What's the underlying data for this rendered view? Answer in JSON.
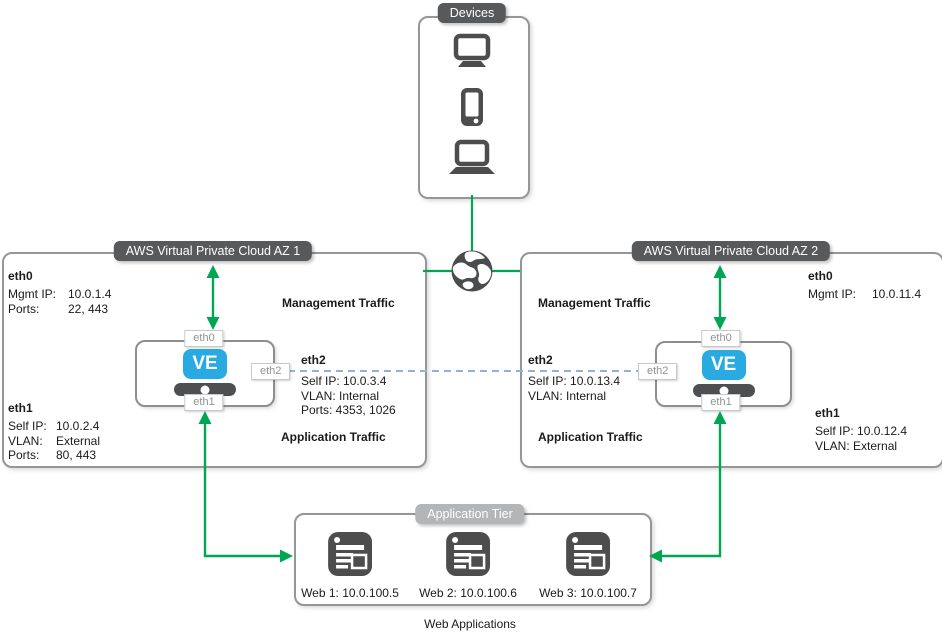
{
  "devices": {
    "title": "Devices",
    "icons": [
      "desktop-icon",
      "smartphone-icon",
      "laptop-icon"
    ]
  },
  "internet": {
    "icon": "globe-icon"
  },
  "vpc1": {
    "title": "AWS Virtual Private Cloud AZ 1",
    "management_traffic_label": "Management Traffic",
    "application_traffic_label": "Application Traffic",
    "ve_label": "VE",
    "chips": {
      "eth0": "eth0",
      "eth1": "eth1",
      "eth2": "eth2"
    },
    "eth0": {
      "title": "eth0",
      "rows": [
        [
          "Mgmt IP:",
          "10.0.1.4"
        ],
        [
          "Ports:",
          "22, 443"
        ]
      ]
    },
    "eth1": {
      "title": "eth1",
      "rows": [
        [
          "Self IP:",
          "10.0.2.4"
        ],
        [
          "VLAN:",
          "External"
        ],
        [
          "Ports:",
          "80, 443"
        ]
      ]
    },
    "eth2": {
      "title": "eth2",
      "lines": [
        "Self IP: 10.0.3.4",
        "VLAN: Internal",
        "Ports: 4353, 1026"
      ]
    }
  },
  "vpc2": {
    "title": "AWS Virtual Private Cloud AZ 2",
    "management_traffic_label": "Management Traffic",
    "application_traffic_label": "Application Traffic",
    "ve_label": "VE",
    "chips": {
      "eth0": "eth0",
      "eth1": "eth1",
      "eth2": "eth2"
    },
    "eth0": {
      "title": "eth0",
      "rows": [
        [
          "Mgmt IP:",
          "10.0.11.4"
        ]
      ]
    },
    "eth1": {
      "title": "eth1",
      "lines": [
        "Self IP: 10.0.12.4",
        "VLAN: External"
      ]
    },
    "eth2": {
      "title": "eth2",
      "lines": [
        "Self IP: 10.0.13.4",
        "VLAN: Internal"
      ]
    }
  },
  "app_tier": {
    "title": "Application Tier",
    "servers": [
      {
        "icon": "web-app-icon",
        "label": "Web 1: 10.0.100.5"
      },
      {
        "icon": "web-app-icon",
        "label": "Web 2: 10.0.100.6"
      },
      {
        "icon": "web-app-icon",
        "label": "Web 3: 10.0.100.7"
      }
    ],
    "caption": "Web Applications"
  },
  "colors": {
    "arrow_green": "#00a651",
    "link_dashed_blue": "#94b2d6",
    "label_pill_dark": "#58595b",
    "label_pill_light": "#b3b5b7",
    "ve_brand_cyan": "#29abe2",
    "icon_dark_gray": "#4d4d4d"
  }
}
